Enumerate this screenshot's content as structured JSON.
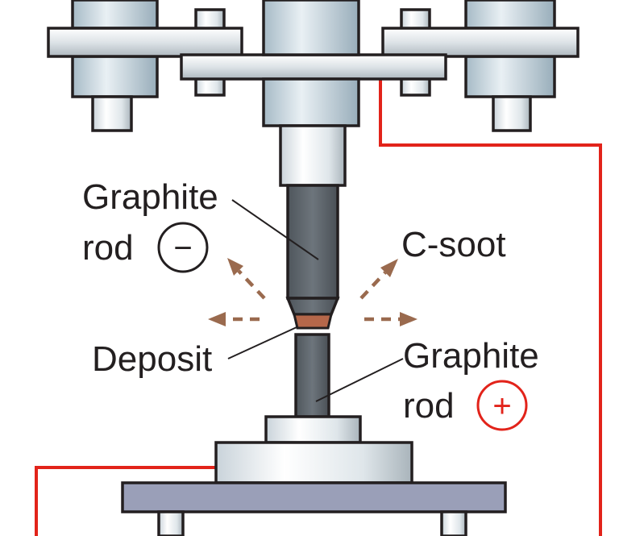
{
  "labels": {
    "graphite_rod_top_line1": "Graphite",
    "graphite_rod_top_line2": "rod",
    "minus_sign": "−",
    "c_soot": "C-soot",
    "deposit": "Deposit",
    "graphite_rod_bottom_line1": "Graphite",
    "graphite_rod_bottom_line2": "rod",
    "plus_sign": "+"
  },
  "colors": {
    "wire": "#e2231a",
    "soot_arrow": "#9a6a4e",
    "deposit": "#b5674a",
    "rod": "#5f666d",
    "base_plate": "#9a9fb8",
    "outline": "#231f20",
    "plus_symbol": "#e2231a"
  }
}
